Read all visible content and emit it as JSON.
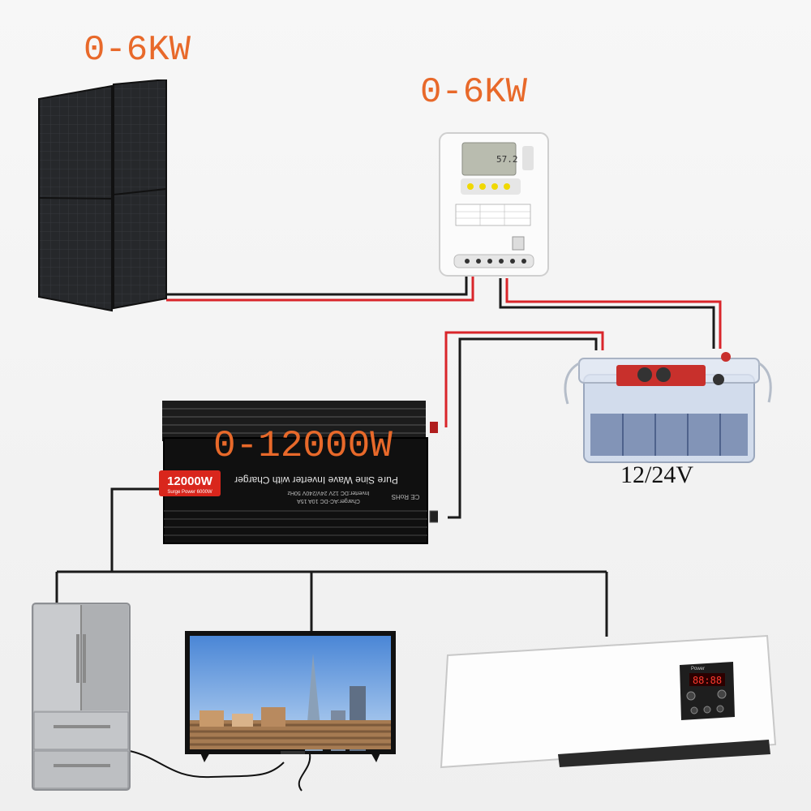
{
  "labels": {
    "panel_power": "0-6KW",
    "controller_power": "0-6KW",
    "inverter_power": "0-12000W",
    "battery_voltage": "12/24V"
  },
  "inverter": {
    "badge": "12000W",
    "surge": "Surge Power 6000W",
    "title": "Pure Sine Wave Inverter with Charger",
    "spec1": "Inverter:DC 12V 24V/240V 50Hz",
    "spec2": "Charger:AC-DC 10A 15A",
    "marks": "CE RoHS"
  },
  "controller": {
    "lcd": "57.2"
  },
  "aircon": {
    "display": "88:88",
    "brand": "Power"
  },
  "colors": {
    "label_orange": "#e8692a",
    "wire_red": "#d9252a",
    "wire_black": "#1a1a1a"
  }
}
